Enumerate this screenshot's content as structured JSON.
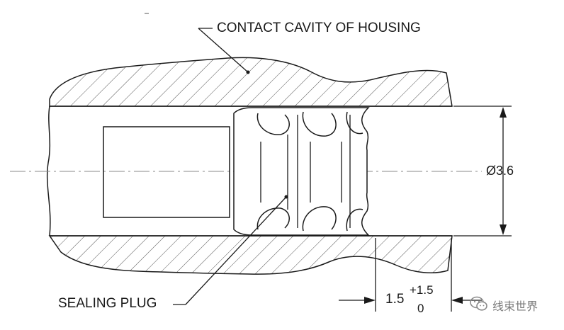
{
  "diagram": {
    "labels": {
      "cavity": "CONTACT CAVITY OF HOUSING",
      "plug": "SEALING PLUG",
      "diameter": "Ø3.6",
      "length_nominal": "1.5",
      "length_upper_tol": "+1.5",
      "length_lower_tol": "0"
    },
    "watermark": {
      "text": "线束世界",
      "icon": "wechat-icon"
    },
    "colors": {
      "line": "#1a1a1a",
      "hatch": "#555555",
      "background": "#ffffff"
    }
  }
}
